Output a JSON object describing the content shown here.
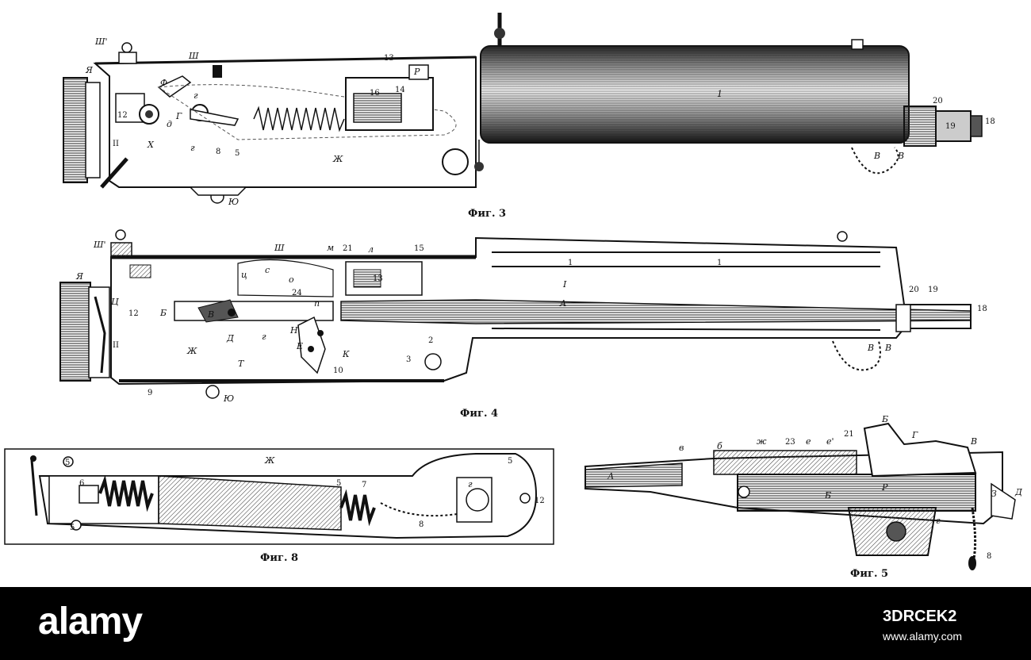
{
  "figures": {
    "fig3": {
      "caption": "Фиг. 3",
      "labels": [
        "Ш'",
        "Ш",
        "Я",
        "13",
        "Р",
        "Ф",
        "г",
        "Г",
        "12",
        "д",
        "Х",
        "II",
        "г",
        "8",
        "5",
        "Ж",
        "1",
        "20",
        "19",
        "18",
        "В",
        "В",
        "Ю",
        "16",
        "14"
      ]
    },
    "fig4": {
      "caption": "Фиг. 4",
      "labels": [
        "Ш'",
        "Ш",
        "м",
        "21",
        "л",
        "15",
        "Я",
        "ц",
        "Ц",
        "с",
        "о",
        "24",
        "12",
        "Б",
        "В",
        "Д",
        "г",
        "Н",
        "Е",
        "К",
        "10",
        "II",
        "Ж",
        "Т",
        "9",
        "Ю",
        "3",
        "2",
        "1",
        "1",
        "I",
        "А",
        "20",
        "19",
        "18",
        "В",
        "В",
        "13",
        "п"
      ]
    },
    "fig8": {
      "caption": "Фиг. 8",
      "labels": [
        "5",
        "Ж",
        "5",
        "6",
        "5",
        "7",
        "г",
        "12",
        "8",
        "5"
      ]
    },
    "fig5": {
      "caption": "Фиг. 5",
      "labels": [
        "А",
        "в",
        "б",
        "ж",
        "23",
        "е",
        "е'",
        "21",
        "Б",
        "Г",
        "В",
        "Б",
        "Р",
        "З",
        "Д",
        "г",
        "8"
      ]
    }
  },
  "footer": {
    "logo": "alamy",
    "image_id": "3DRCEK2",
    "url": "www.alamy.com"
  }
}
